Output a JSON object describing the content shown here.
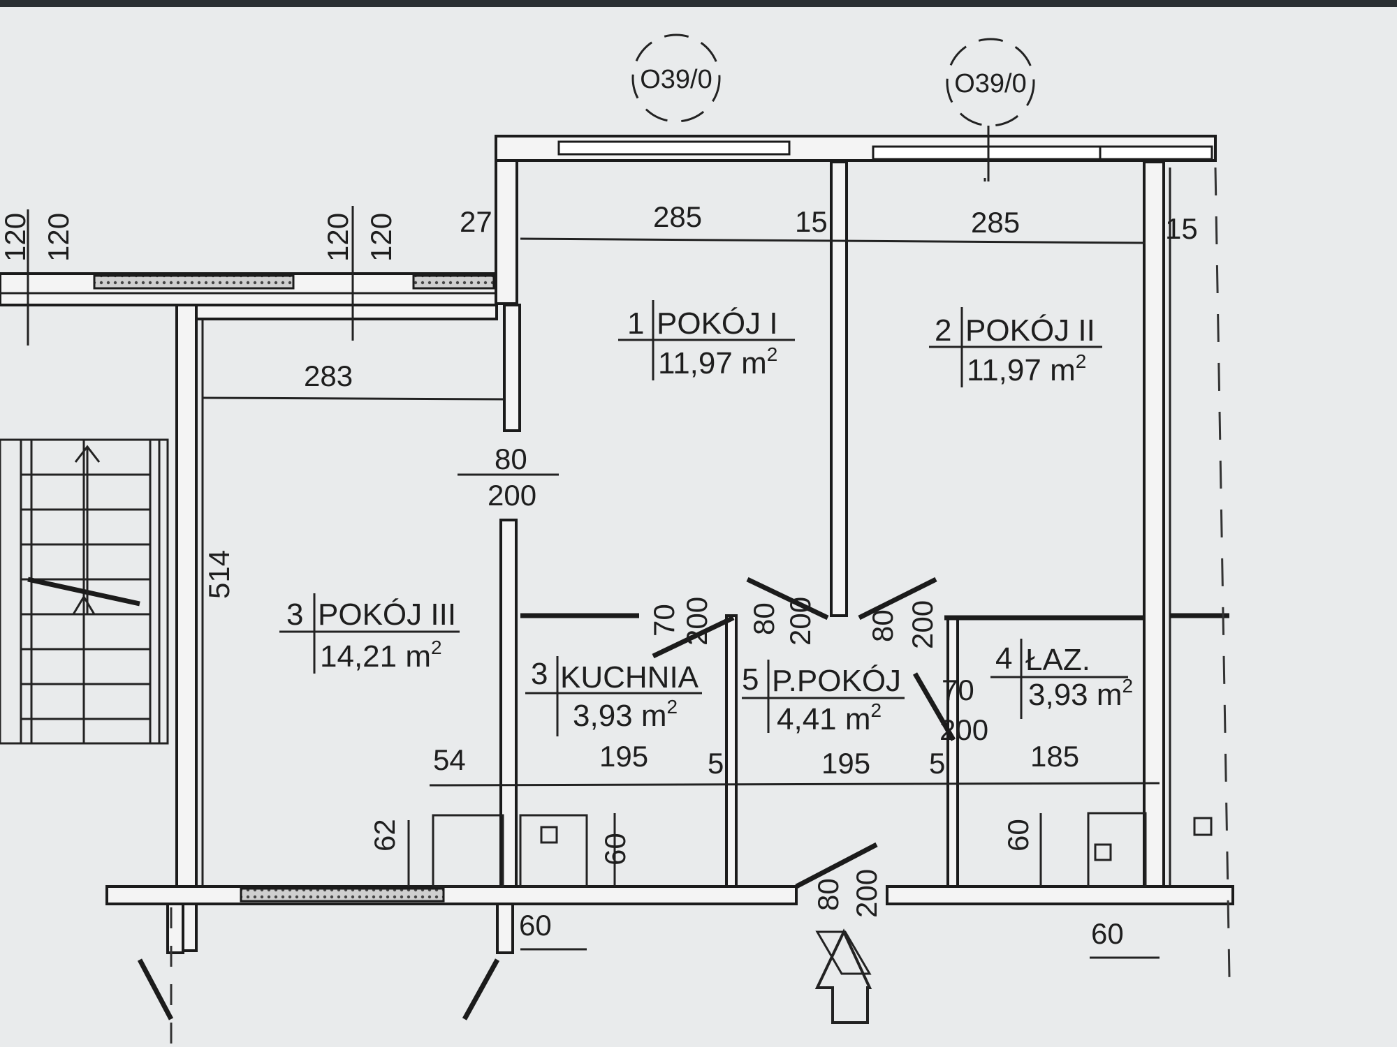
{
  "markers": {
    "left": "O39/0",
    "right": "O39/0"
  },
  "rooms": {
    "pokoj1": {
      "num": "1",
      "name": "POKÓJ I",
      "area": "11,97 m",
      "sup": "2"
    },
    "pokoj2": {
      "num": "2",
      "name": "POKÓJ II",
      "area": "11,97 m",
      "sup": "2"
    },
    "pokoj3": {
      "num": "3",
      "name": "POKÓJ III",
      "area": "14,21 m",
      "sup": "2"
    },
    "kuchnia": {
      "num": "3",
      "name": "KUCHNIA",
      "area": "3,93 m",
      "sup": "2"
    },
    "ppokoj": {
      "num": "5",
      "name": "P.POKÓJ",
      "area": "4,41 m",
      "sup": "2"
    },
    "laz": {
      "num": "4",
      "name": "ŁAZ.",
      "area": "3,93 m",
      "sup": "2"
    }
  },
  "dimensions": {
    "top_left_120_a": "120",
    "top_left_120_b": "120",
    "top_mid_120_a": "120",
    "top_mid_120_b": "120",
    "d27": "27",
    "d285_a": "285",
    "d15_a": "15",
    "d285_b": "285",
    "d15_b": "15",
    "d283": "283",
    "d514": "514",
    "door_80": "80",
    "door_200": "200",
    "kuchnia_door_70": "70",
    "kuchnia_door_200": "200",
    "pp_door_a_80": "80",
    "pp_door_a_200": "200",
    "pp_door_b_80": "80",
    "pp_door_b_200": "200",
    "laz_door_70": "70",
    "laz_door_200": "200",
    "d54": "54",
    "d195_a": "195",
    "d5_a": "5",
    "d195_b": "195",
    "d5_b": "5",
    "d185": "185",
    "d62": "62",
    "d60_a": "60",
    "d60_b": "60",
    "d60_c": "60",
    "d60_d": "60",
    "entry_80": "80",
    "entry_200": "200"
  }
}
